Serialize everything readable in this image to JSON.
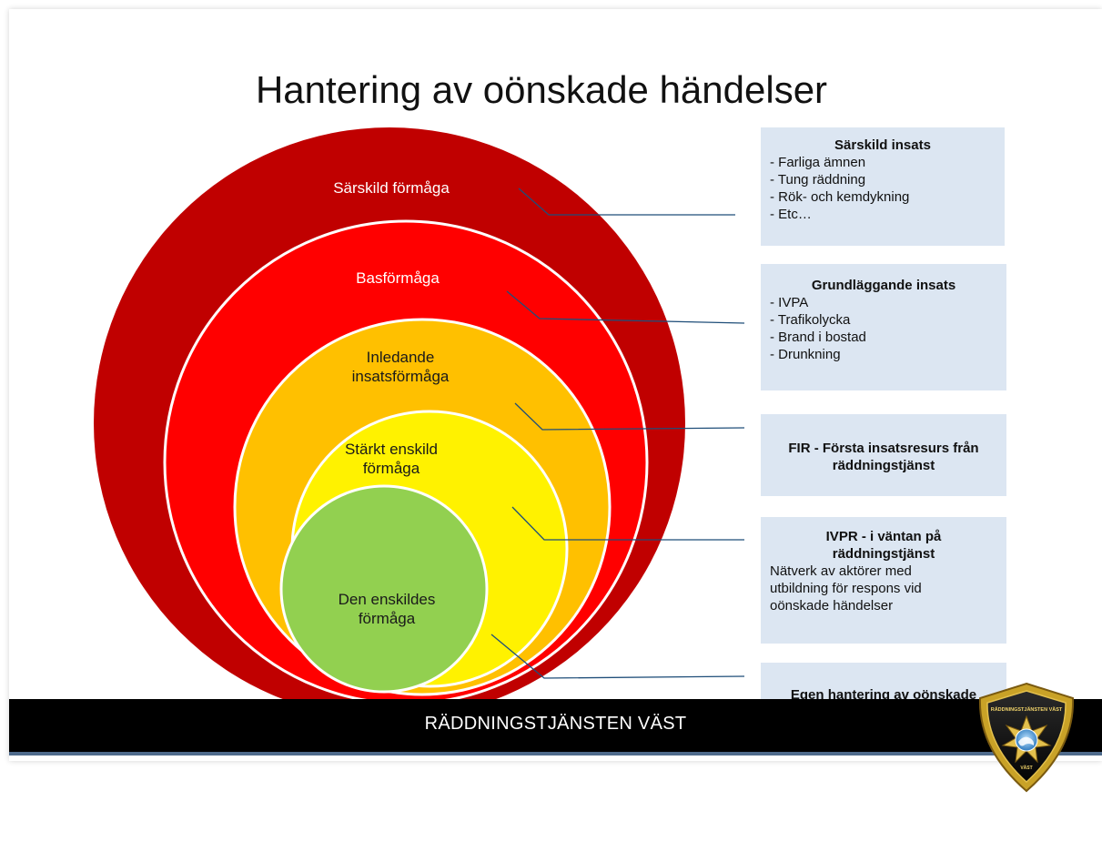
{
  "title": "Hantering av oönskade händelser",
  "rings": [
    {
      "label": "Särskild förmåga",
      "color": "#c00000"
    },
    {
      "label": "Basförmåga",
      "color": "#ff0000"
    },
    {
      "label": "Inledande insatsförmåga",
      "color": "#ffc000"
    },
    {
      "label": "Stärkt enskild förmåga",
      "color": "#fff200"
    },
    {
      "label": "Den enskildes förmåga",
      "color": "#92d050"
    }
  ],
  "boxes": [
    {
      "heading": "Särskild insats",
      "items": [
        "- Farliga ämnen",
        "- Tung räddning",
        "- Rök- och kemdykning",
        "- Etc…"
      ]
    },
    {
      "heading": "Grundläggande insats",
      "items": [
        "- IVPA",
        "- Trafikolycka",
        "- Brand i bostad",
        "- Drunkning"
      ]
    },
    {
      "heading": "FIR - Första insatsresurs från räddningstjänst",
      "items": []
    },
    {
      "heading": "IVPR - i väntan på räddningstjänst",
      "items": [
        "Nätverk av aktörer med utbildning för respons vid oönskade händelser"
      ]
    },
    {
      "heading": "Egen hantering av oönskade händelser",
      "items": []
    }
  ],
  "footer": {
    "text": "RÄDDNINGSTJÄNSTEN VÄST"
  },
  "logo": {
    "text": "RÄDDNINGSTJÄNSTEN VÄST",
    "icon": "fire-department-badge"
  },
  "box_color": "#dce6f2",
  "footer_color": "#000000"
}
